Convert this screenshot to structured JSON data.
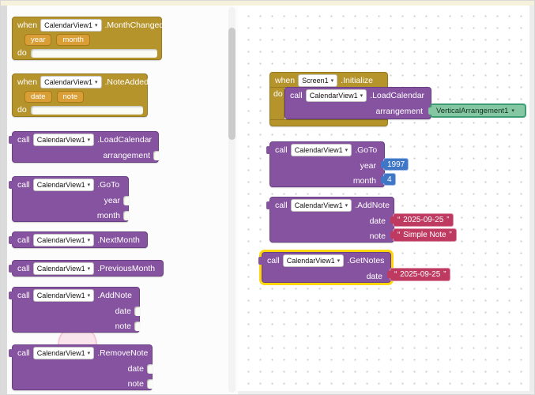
{
  "glyphs": {
    "dropdown_arrow": "▾",
    "quote_open": "“",
    "quote_close": "”"
  },
  "colors": {
    "event_block": "#B6942C",
    "method_block": "#8653A0",
    "number_block": "#3F76C5",
    "text_block": "#BE3A60",
    "component_block": "#86C7A3",
    "selection_outline": "#FFD60A"
  },
  "palette": {
    "blocks": [
      {
        "kw": "when",
        "component": "CalendarView1",
        "method": ".MonthChanged",
        "params": [
          "year",
          "month"
        ],
        "do": "do"
      },
      {
        "kw": "when",
        "component": "CalendarView1",
        "method": ".NoteAdded",
        "params": [
          "date",
          "note"
        ],
        "do": "do"
      },
      {
        "kw": "call",
        "component": "CalendarView1",
        "method": ".LoadCalendar",
        "args": [
          "arrangement"
        ]
      },
      {
        "kw": "call",
        "component": "CalendarView1",
        "method": ".GoTo",
        "args": [
          "year",
          "month"
        ]
      },
      {
        "kw": "call",
        "component": "CalendarView1",
        "method": ".NextMonth",
        "args": []
      },
      {
        "kw": "call",
        "component": "CalendarView1",
        "method": ".PreviousMonth",
        "args": []
      },
      {
        "kw": "call",
        "component": "CalendarView1",
        "method": ".AddNote",
        "args": [
          "date",
          "note"
        ]
      },
      {
        "kw": "call",
        "component": "CalendarView1",
        "method": ".RemoveNote",
        "args": [
          "date",
          "note"
        ]
      }
    ]
  },
  "workspace": {
    "screen_init": {
      "kw": "when",
      "component": "Screen1",
      "method": ".Initialize",
      "do": "do",
      "inner": {
        "kw": "call",
        "component": "CalendarView1",
        "method": ".LoadCalendar",
        "arg": "arrangement"
      },
      "value": {
        "component": "VerticalArrangement1"
      }
    },
    "goto": {
      "kw": "call",
      "component": "CalendarView1",
      "method": ".GoTo",
      "arg1": "year",
      "val1": "1997",
      "arg2": "month",
      "val2": "4"
    },
    "addnote": {
      "kw": "call",
      "component": "CalendarView1",
      "method": ".AddNote",
      "arg1": "date",
      "val1": " 2025-09-25 ",
      "arg2": "note",
      "val2": " Simple Note "
    },
    "getnotes": {
      "kw": "call",
      "component": "CalendarView1",
      "method": ".GetNotes",
      "arg1": "date",
      "val1": " 2025-09-25 "
    }
  }
}
